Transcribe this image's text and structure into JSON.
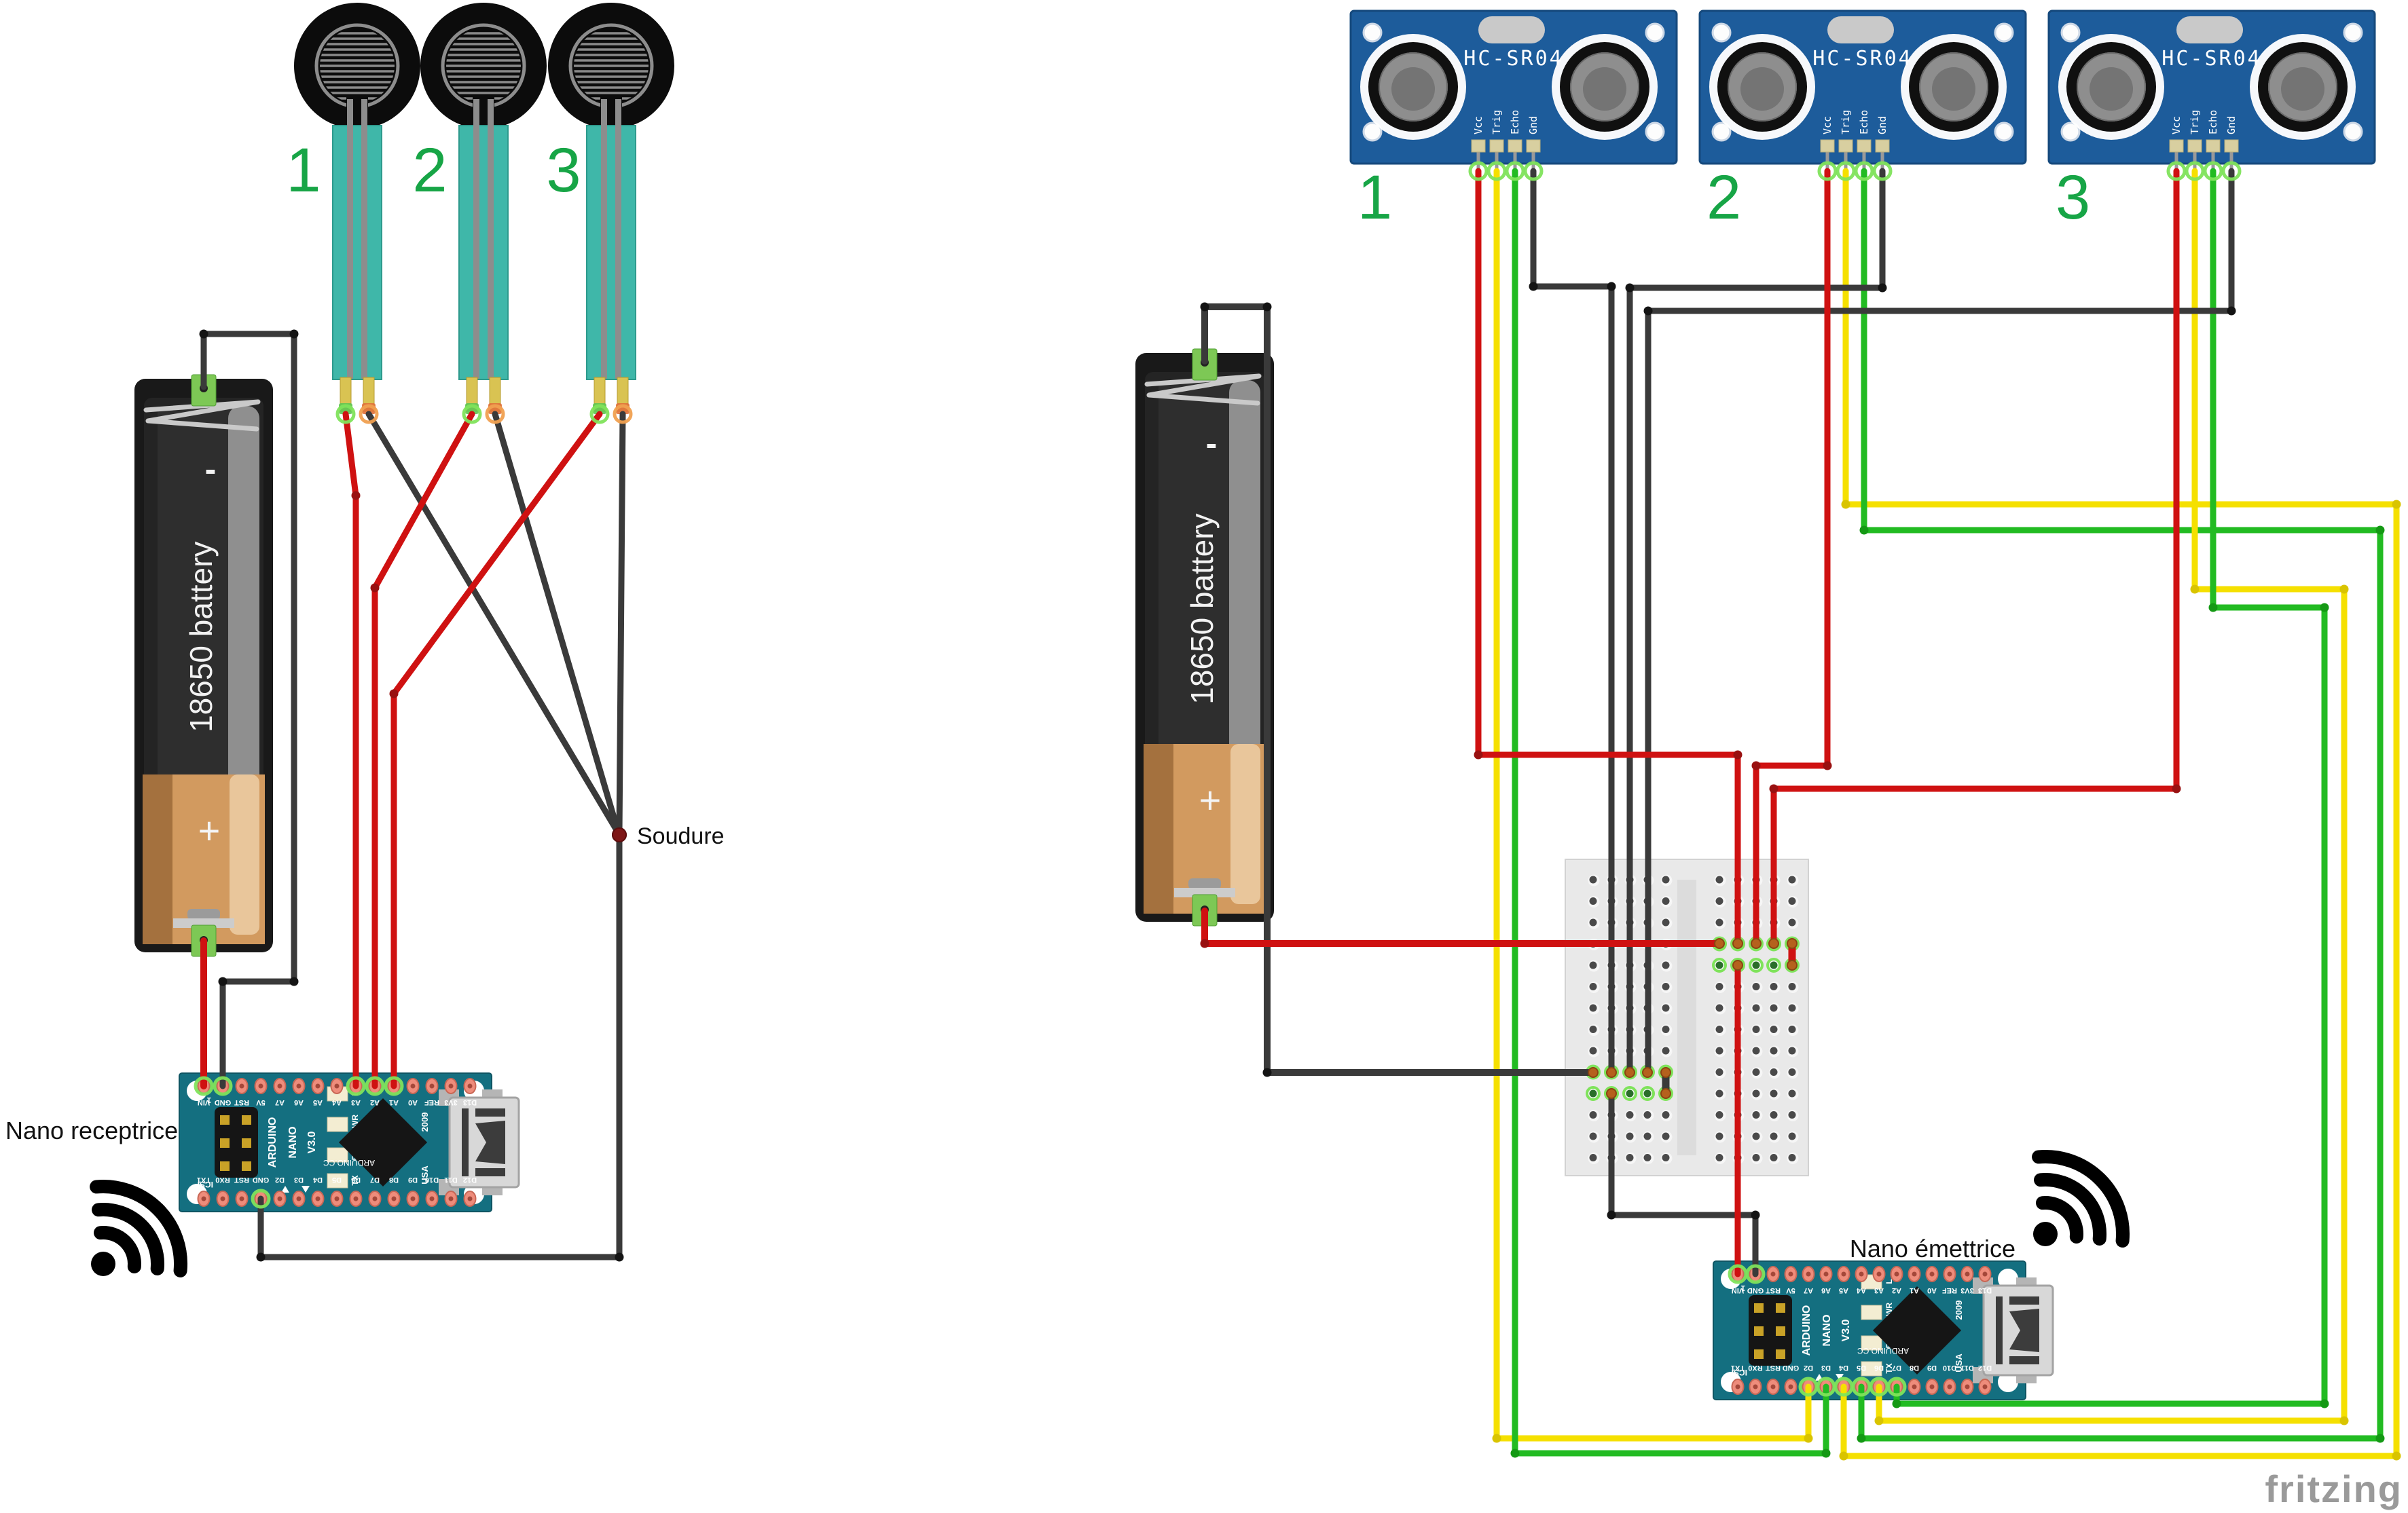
{
  "watermark": "fritzing",
  "left_circuit": {
    "sensor_labels": [
      "1",
      "2",
      "3"
    ],
    "nano_label": "Nano receptrice",
    "solder_label": "Soudure"
  },
  "right_circuit": {
    "sensor_labels": [
      "1",
      "2",
      "3"
    ],
    "sensor_title": "HC-SR04",
    "sensor_pins": [
      "Vcc",
      "Trig",
      "Echo",
      "Gnd"
    ],
    "nano_label": "Nano émettrice"
  },
  "battery": {
    "label": "18650 battery",
    "minus": "-",
    "plus": "+"
  },
  "nano_board": {
    "title_line1": "ARDUINO",
    "title_line2": "NANO",
    "title_line3": "V3.0",
    "brand": "ARDUINO.CC",
    "icsp_label": "ICSP",
    "reset_label": "RST",
    "year": "2009",
    "country": "USA",
    "pin1_mark": "1",
    "led_labels": [
      "L",
      "PWR",
      "RX",
      "TX"
    ],
    "top_pins": [
      "VIN",
      "GND",
      "RST",
      "5V",
      "A7",
      "A6",
      "A5",
      "A4",
      "A3",
      "A2",
      "A1",
      "A0",
      "REF",
      "3V3",
      "D13"
    ],
    "bottom_pins": [
      "TX1",
      "RX0",
      "RST",
      "GND",
      "D2",
      "D3",
      "D4",
      "D5",
      "D6",
      "D7",
      "D8",
      "D9",
      "D10",
      "D11",
      "D12"
    ]
  },
  "colors": {
    "wire_red": "#cf1111",
    "wire_black": "#3a3a3a",
    "wire_yellow": "#f5e000",
    "wire_green": "#22bb22",
    "label_green": "#17a546",
    "nano_teal": "#146f80",
    "sensor_blue": "#1d5c9b",
    "fsr_teal": "#3fb7a9",
    "watermark_gray": "#9a9a9a"
  }
}
